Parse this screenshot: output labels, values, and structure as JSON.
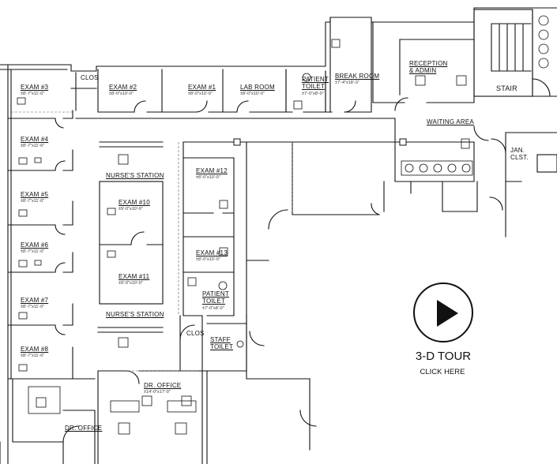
{
  "rooms": {
    "exam3": {
      "name": "EXAM #3",
      "size": "±8'-7\"x11'-0\""
    },
    "exam2": {
      "name": "EXAM #2",
      "size": "±8'-0\"x10'-0\""
    },
    "exam1": {
      "name": "EXAM #1",
      "size": "±8'-0\"x10'-0\""
    },
    "exam4": {
      "name": "EXAM #4",
      "size": "±8'-7\"x11'-0\""
    },
    "exam5": {
      "name": "EXAM #5",
      "size": "±8'-7\"x11'-0\""
    },
    "exam6": {
      "name": "EXAM #6",
      "size": "±8'-7\"x11'-0\""
    },
    "exam7": {
      "name": "EXAM #7",
      "size": "±8'-7\"x11'-0\""
    },
    "exam8": {
      "name": "EXAM #8",
      "size": "±8'-7\"x11'-0\""
    },
    "exam10": {
      "name": "EXAM #10",
      "size": "±9'-0\"x10'-0\""
    },
    "exam11": {
      "name": "EXAM #11",
      "size": "±9'-0\"x10'-0\""
    },
    "exam12": {
      "name": "EXAM #12",
      "size": "±8'-0\"x10'-0\""
    },
    "exam13": {
      "name": "EXAM #13",
      "size": "±8'-0\"x10'-0\""
    },
    "clos_top": {
      "name": "CLOS"
    },
    "clos_mid": {
      "name": "CLOS"
    },
    "lab": {
      "name": "LAB ROOM",
      "size": "±8'-0\"x10'-0\""
    },
    "patient_toilet_top": {
      "name": "PATIENT TOILET",
      "size": "±7'-0\"x8'-0\""
    },
    "patient_toilet_mid": {
      "name": "PATIENT TOILET",
      "size": "±7'-0\"x8'-0\""
    },
    "break": {
      "name": "BREAK ROOM",
      "size": "±7'-4\"x18'-3\""
    },
    "reception": {
      "name": "RECEPTION & ADMIN"
    },
    "waiting": {
      "name": "WAITING AREA"
    },
    "stair": {
      "name": "STAIR"
    },
    "jan": {
      "name": "JAN. CLST."
    },
    "nurse_top": {
      "name": "NURSE'S STATION"
    },
    "nurse_bottom": {
      "name": "NURSE'S STATION"
    },
    "staff_toilet": {
      "name": "STAFF TOILET"
    },
    "dr_office_main": {
      "name": "DR. OFFICE",
      "size": "±14'-0\"x17'-0\""
    },
    "dr_office_left": {
      "name": "DR. OFFICE"
    }
  },
  "tour": {
    "title": "3-D TOUR",
    "subtitle": "CLICK HERE",
    "icon": "play-icon"
  },
  "colors": {
    "line": "#111111",
    "background": "#ffffff",
    "hatch": "#555555"
  }
}
